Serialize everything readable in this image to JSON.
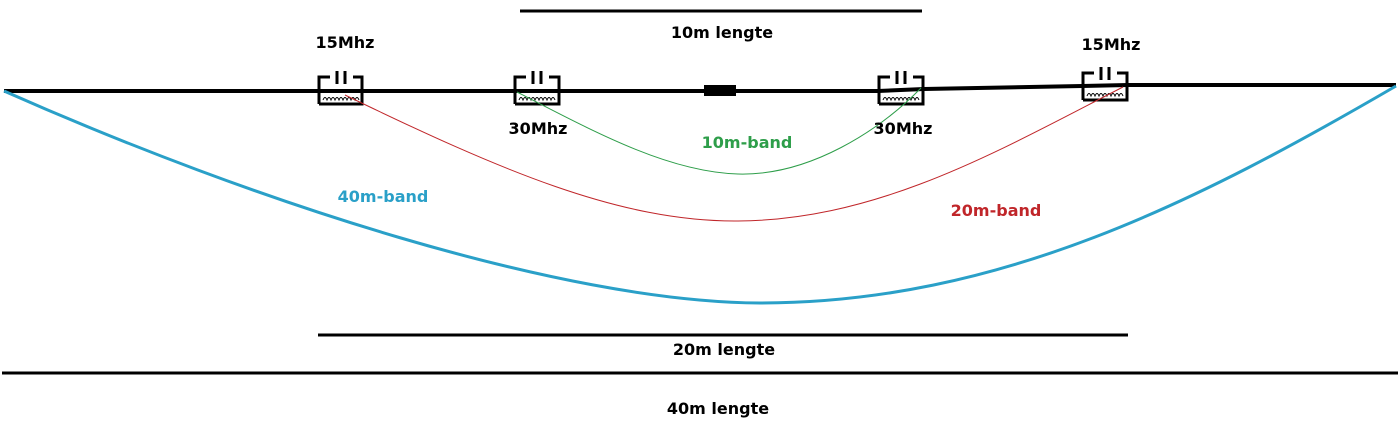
{
  "labels": {
    "len_10m": "10m lengte",
    "len_20m": "20m lengte",
    "len_40m": "40m lengte",
    "trap_15_left": "15Mhz",
    "trap_15_right": "15Mhz",
    "trap_30_left": "30Mhz",
    "trap_30_right": "30Mhz",
    "band_10": "10m-band",
    "band_20": "20m-band",
    "band_40": "40m-band"
  },
  "colors": {
    "wire": "#000000",
    "band_10": "#2e9e4a",
    "band_20": "#c0262a",
    "band_40": "#2aa0c8"
  }
}
